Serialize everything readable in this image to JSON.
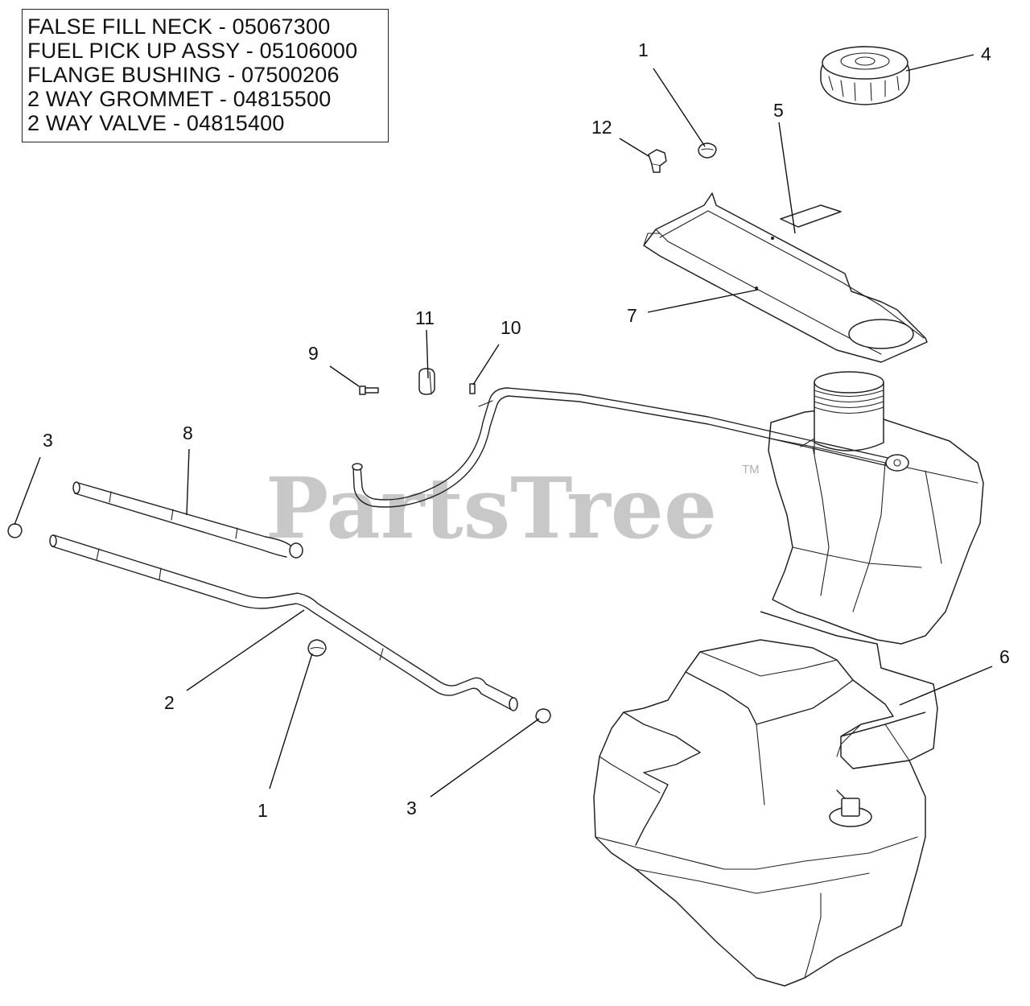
{
  "parts_list": [
    "FALSE FILL NECK - 05067300",
    "FUEL PICK UP ASSY - 05106000",
    "FLANGE BUSHING - 07500206",
    "2 WAY GROMMET - 04815500",
    "2 WAY VALVE - 04815400"
  ],
  "callouts": {
    "c1_top": "1",
    "c1_bottom": "1",
    "c2": "2",
    "c3_left": "3",
    "c3_bottom": "3",
    "c4": "4",
    "c5": "5",
    "c6": "6",
    "c7": "7",
    "c8": "8",
    "c9": "9",
    "c10": "10",
    "c11": "11",
    "c12": "12"
  },
  "watermark": {
    "text": "PartsTree",
    "tm": "TM"
  }
}
